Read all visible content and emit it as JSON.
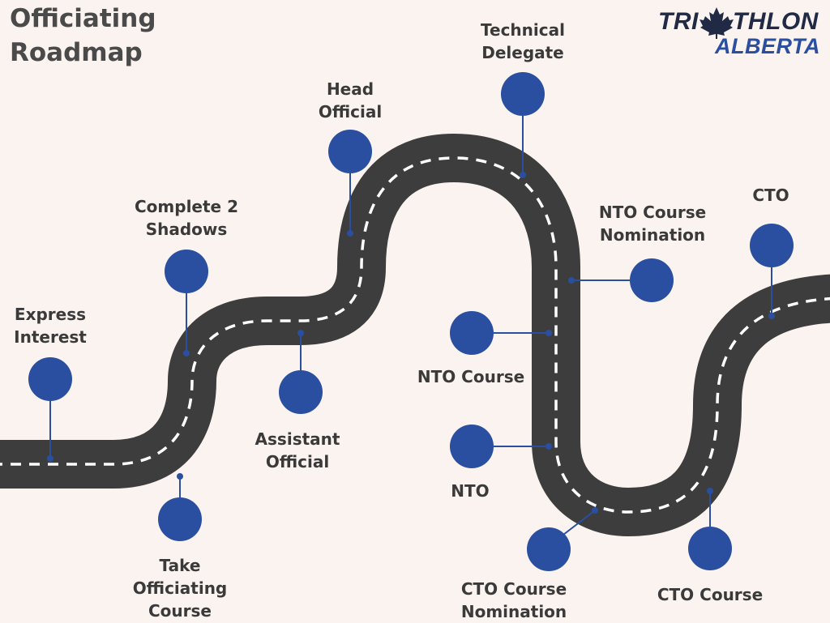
{
  "title": {
    "line1": "Officiating",
    "line2": "Roadmap"
  },
  "logo": {
    "text_tri": "TRI",
    "text_thlon": "THLON",
    "text_alberta": "ALBERTA",
    "lettering": "TRIATHLON ALBERTA"
  },
  "colors": {
    "background": "#fbf3ef",
    "road": "#3d3d3d",
    "road_dash": "#ffffff",
    "milestone": "#2a4fa0",
    "connector": "#2a4fa0",
    "text": "#3a3a3a",
    "logo_dark": "#202a44",
    "logo_leaf": "#2a4fa0"
  },
  "milestones": [
    {
      "id": "express-interest",
      "line1": "Express",
      "line2": "Interest"
    },
    {
      "id": "take-officiating-course",
      "line1": "Take",
      "line2": "Officiating",
      "line3": "Course"
    },
    {
      "id": "complete-2-shadows",
      "line1": "Complete 2",
      "line2": "Shadows"
    },
    {
      "id": "assistant-official",
      "line1": "Assistant",
      "line2": "Official"
    },
    {
      "id": "head-official",
      "line1": "Head",
      "line2": "Official"
    },
    {
      "id": "technical-delegate",
      "line1": "Technical",
      "line2": "Delegate"
    },
    {
      "id": "nto-course-nomination",
      "line1": "NTO Course",
      "line2": "Nomination"
    },
    {
      "id": "nto-course",
      "line1": "NTO Course"
    },
    {
      "id": "nto",
      "line1": "NTO"
    },
    {
      "id": "cto-course-nomination",
      "line1": "CTO Course",
      "line2": "Nomination"
    },
    {
      "id": "cto-course",
      "line1": "CTO Course"
    },
    {
      "id": "cto",
      "line1": "CTO"
    }
  ]
}
